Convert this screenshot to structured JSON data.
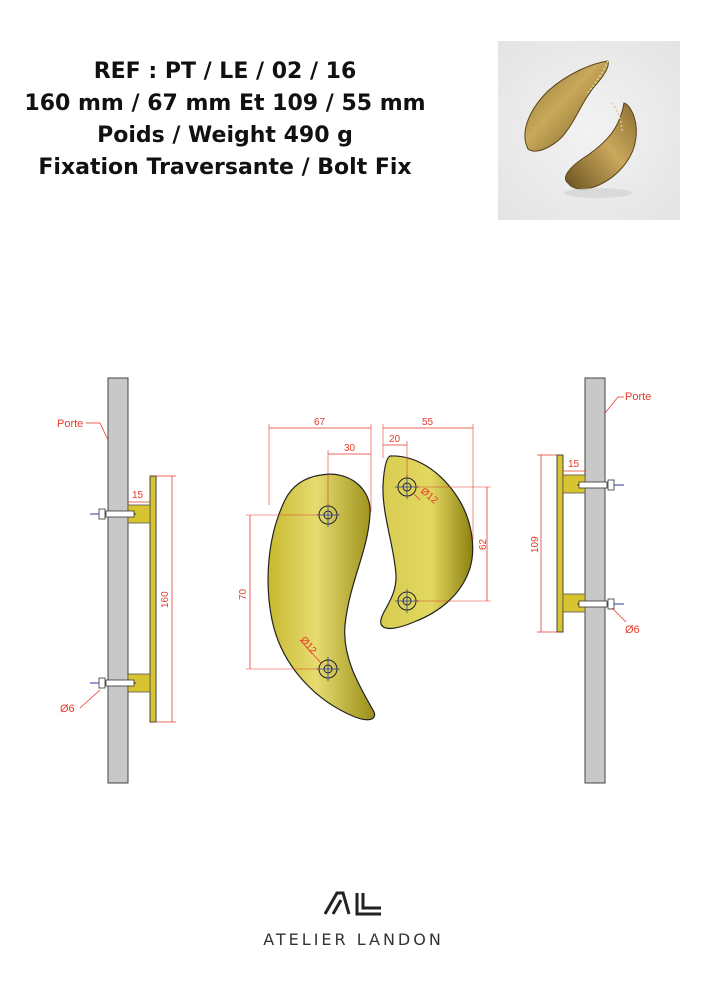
{
  "header": {
    "ref": "REF : PT / LE / 02 / 16",
    "dimensions": "160 mm / 67 mm Et 109 / 55 mm",
    "weight": "Poids /  Weight 490 g",
    "fixing": "Fixation Traversante / Bolt Fix"
  },
  "drawing": {
    "left_view": {
      "door_label": "Porte",
      "standoff_label": "15",
      "length_label": "160",
      "bolt_label": "Ø6"
    },
    "large_handle": {
      "width_label": "67",
      "hole_offset_label": "30",
      "hole_spacing_label": "70",
      "hole_label": "Ø12"
    },
    "small_handle": {
      "width_label": "55",
      "hole_offset_label": "20",
      "hole_spacing_label": "62",
      "hole_label": "Ø12"
    },
    "right_view": {
      "door_label": "Porte",
      "standoff_label": "15",
      "length_label": "109",
      "bolt_label": "Ø6"
    }
  },
  "colors": {
    "dimension": "#e53a2a",
    "door": "#c8c8c8",
    "brass": "#d8c430",
    "bolt": "#2a3aa8"
  },
  "brand": {
    "logo_letters": "AL",
    "name": "ATELIER LANDON"
  }
}
